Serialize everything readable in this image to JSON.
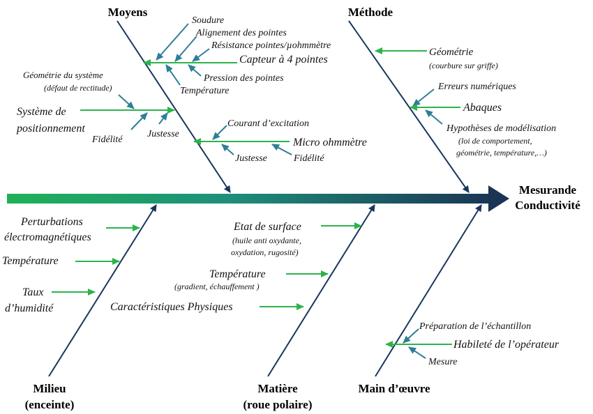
{
  "effect": {
    "line1": "Mesurande",
    "line2": "Conductivité"
  },
  "categories": {
    "moyens": "Moyens",
    "methode": "Méthode",
    "milieu_line1": "Milieu",
    "milieu_line2": "(enceinte)",
    "matiere_line1": "Matière",
    "matiere_line2": "(roue polaire)",
    "main_oeuvre": "Main d’œuvre"
  },
  "moyens": {
    "soudure": "Soudure",
    "alignement": "Alignement des pointes",
    "resistance": "Résistance pointes/µohmmètre",
    "capteur": "Capteur à 4 pointes",
    "pression": "Pression des pointes",
    "temperature": "Température",
    "geometrie_systeme": "Géométrie du système",
    "defaut_rectitude": "(défaut de rectitude)",
    "systeme_line1": "Système de",
    "systeme_line2": "positionnement",
    "fidelite_1": "Fidélité",
    "justesse_1": "Justesse",
    "courant": "Courant d’excitation",
    "micro": "Micro ohmmètre",
    "justesse_2": "Justesse",
    "fidelite_2": "Fidélité"
  },
  "methode": {
    "geometrie": "Géométrie",
    "courbure": "(courbure sur griffe)",
    "erreurs": "Erreurs numériques",
    "abaques": "Abaques",
    "hypotheses": "Hypothèses de modélisation",
    "hyp_line2": "(loi de comportement,",
    "hyp_line3": "géométrie, température,…)"
  },
  "milieu": {
    "perturbations_line1": "Perturbations",
    "perturbations_line2": "électromagnétiques",
    "temperature": "Température",
    "taux_line1": "Taux",
    "taux_line2": "d’humidité"
  },
  "matiere": {
    "etat": "Etat de surface",
    "etat_line2": "(huile anti oxydante,",
    "etat_line3": "oxydation, rugosité)",
    "temperature": "Température",
    "temp_line2": "(gradient, échauffement )",
    "caracteristiques": "Caractéristiques Physiques"
  },
  "main_oeuvre": {
    "preparation": "Préparation de l’échantillon",
    "habilete": "Habileté de l’opérateur",
    "mesure": "Mesure"
  },
  "colors": {
    "spine_start": "#1fb158",
    "spine_end": "#1b3454",
    "bone": "#17365d",
    "green_arrow": "#2db34a",
    "teal_arrow": "#2e7e96"
  }
}
